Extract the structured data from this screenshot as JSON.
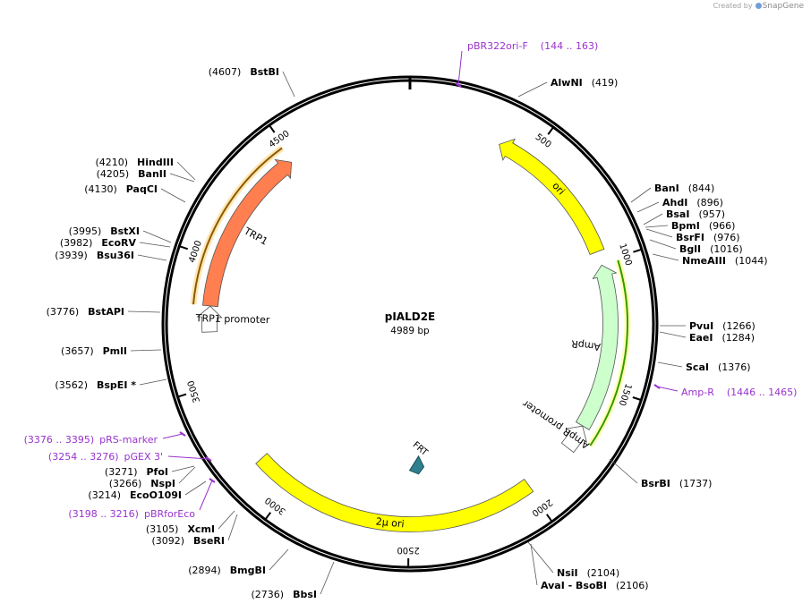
{
  "credit": {
    "prefix": "Created by",
    "brand": "SnapGene"
  },
  "plasmid": {
    "name": "pIALD2E",
    "length": "4989 bp",
    "total_bp": 4989
  },
  "ticks": [
    {
      "bp": 500,
      "label": "500"
    },
    {
      "bp": 1000,
      "label": "1000"
    },
    {
      "bp": 1500,
      "label": "1500"
    },
    {
      "bp": 2000,
      "label": "2000"
    },
    {
      "bp": 2500,
      "label": "2500"
    },
    {
      "bp": 3000,
      "label": "3000"
    },
    {
      "bp": 3500,
      "label": "3500"
    },
    {
      "bp": 4000,
      "label": "4000"
    },
    {
      "bp": 4500,
      "label": "4500"
    }
  ],
  "features": [
    {
      "name": "ori",
      "start": 366,
      "end": 955,
      "color": "#ffff00",
      "direction": "reverse"
    },
    {
      "name": "AmpR",
      "start": 1011,
      "end": 1671,
      "color": "#ccffcc",
      "direction": "reverse"
    },
    {
      "name": "AmpR promoter",
      "start": 1672,
      "end": 1776,
      "color": "#ffffff",
      "direction": "reverse"
    },
    {
      "name": "2μ ori",
      "start": 1991,
      "end": 3157,
      "color": "#ffff00",
      "direction": "none"
    },
    {
      "name": "FRT",
      "start": 2440,
      "end": 2473,
      "color": "#2f7f8f",
      "direction": "forward"
    },
    {
      "name": "TRP1 promoter",
      "start": 3710,
      "end": 3812,
      "color": "#ffffff",
      "direction": "forward"
    },
    {
      "name": "TRP1",
      "start": 3813,
      "end": 4487,
      "color": "#ff7f50",
      "direction": "forward"
    }
  ],
  "orfs": [
    {
      "start": 1011,
      "end": 1719,
      "color": "#339900",
      "fill": "#ffffb3"
    },
    {
      "start": 3813,
      "end": 4490,
      "color": "#8b5a00",
      "fill": "#ffe6b3"
    }
  ],
  "enzymes": [
    {
      "name": "AlwNI",
      "pos": "(419)",
      "side": "right",
      "line": [
        [
          579,
          108
        ],
        [
          611,
          92
        ]
      ]
    },
    {
      "name": "BanI",
      "pos": "(844)",
      "side": "right",
      "line": [
        [
          705,
          226
        ],
        [
          727,
          210
        ]
      ]
    },
    {
      "name": "AhdI",
      "pos": "(896)",
      "side": "right",
      "line": [
        [
          712,
          237
        ],
        [
          736,
          226
        ]
      ]
    },
    {
      "name": "BsaI",
      "pos": "(957)",
      "side": "right",
      "line": [
        [
          719,
          251
        ],
        [
          740,
          239
        ]
      ]
    },
    {
      "name": "BpmI",
      "pos": "(966)",
      "side": "right",
      "line": [
        [
          721,
          254
        ],
        [
          746,
          252
        ]
      ]
    },
    {
      "name": "BsrFI",
      "pos": "(976)",
      "side": "right",
      "line": [
        [
          722,
          256
        ],
        [
          751,
          265
        ]
      ]
    },
    {
      "name": "BglI",
      "pos": "(1016)",
      "side": "right",
      "line": [
        [
          726,
          268
        ],
        [
          755,
          278
        ]
      ]
    },
    {
      "name": "NmeAIII",
      "pos": "(1044)",
      "side": "right",
      "line": [
        [
          729,
          284
        ],
        [
          758,
          291
        ]
      ]
    },
    {
      "name": "PvuI",
      "pos": "(1266)",
      "side": "right",
      "line": [
        [
          737,
          364
        ],
        [
          766,
          364
        ]
      ]
    },
    {
      "name": "EaeI",
      "pos": "(1284)",
      "side": "right",
      "line": [
        [
          737,
          371
        ],
        [
          766,
          377
        ]
      ]
    },
    {
      "name": "ScaI",
      "pos": "(1376)",
      "side": "right",
      "line": [
        [
          735,
          405
        ],
        [
          762,
          410
        ]
      ]
    },
    {
      "name": "BsrBI",
      "pos": "(1737)",
      "side": "right",
      "line": [
        [
          681,
          513
        ],
        [
          712,
          540
        ]
      ]
    },
    {
      "name": "NsiI",
      "pos": "(2104)",
      "side": "right",
      "line": [
        [
          590,
          606
        ],
        [
          618,
          640
        ]
      ]
    },
    {
      "name": "AvaI  - BsoBI",
      "pos": "(2106)",
      "side": "right",
      "line": [
        [
          593,
          608
        ],
        [
          600,
          654
        ]
      ]
    },
    {
      "name": "BbsI",
      "pos": "(2736)",
      "side": "left",
      "line": [
        [
          373,
          628
        ],
        [
          358,
          664
        ]
      ]
    },
    {
      "name": "BmgBI",
      "pos": "(2894)",
      "side": "left",
      "line": [
        [
          322,
          614
        ],
        [
          301,
          637
        ]
      ]
    },
    {
      "name": "BseRI",
      "pos": "(3092)",
      "side": "left",
      "line": [
        [
          265,
          575
        ],
        [
          255,
          604
        ]
      ]
    },
    {
      "name": "XcmI",
      "pos": "(3105)",
      "side": "left",
      "line": [
        [
          262,
          571
        ],
        [
          244,
          591
        ]
      ]
    },
    {
      "name": "EcoO109I",
      "pos": "(3214)",
      "side": "left",
      "line": [
        [
          230,
          538
        ],
        [
          207,
          553
        ]
      ]
    },
    {
      "name": "NspI",
      "pos": "(3266)",
      "side": "left",
      "line": [
        [
          218,
          522
        ],
        [
          200,
          540
        ]
      ]
    },
    {
      "name": "PfoI",
      "pos": "(3271)",
      "side": "left",
      "line": [
        [
          217,
          521
        ],
        [
          192,
          527
        ]
      ]
    },
    {
      "name": "BspEI *",
      "pos": "(3562)",
      "side": "left",
      "line": [
        [
          186,
          424
        ],
        [
          156,
          430
        ]
      ]
    },
    {
      "name": "PmlI",
      "pos": "(3657)",
      "side": "left",
      "line": [
        [
          180,
          391
        ],
        [
          146,
          392
        ]
      ]
    },
    {
      "name": "BstAPI",
      "pos": "(3776)",
      "side": "left",
      "line": [
        [
          179,
          349
        ],
        [
          143,
          348
        ]
      ]
    },
    {
      "name": "Bsu36I",
      "pos": "(3939)",
      "side": "left",
      "line": [
        [
          186,
          291
        ],
        [
          154,
          285
        ]
      ]
    },
    {
      "name": "EcoRV",
      "pos": "(3982)",
      "side": "left",
      "line": [
        [
          190,
          276
        ],
        [
          156,
          271
        ]
      ]
    },
    {
      "name": "BstXI",
      "pos": "(3995)",
      "side": "left",
      "line": [
        [
          191,
          271
        ],
        [
          160,
          258
        ]
      ]
    },
    {
      "name": "PaqCI",
      "pos": "(4130)",
      "side": "left",
      "line": [
        [
          207,
          226
        ],
        [
          180,
          211
        ]
      ]
    },
    {
      "name": "BanII",
      "pos": "(4205)",
      "side": "left",
      "line": [
        [
          217,
          203
        ],
        [
          190,
          194
        ]
      ]
    },
    {
      "name": "HindIII",
      "pos": "(4210)",
      "side": "left",
      "line": [
        [
          218,
          201
        ],
        [
          198,
          181
        ]
      ]
    },
    {
      "name": "BstBI",
      "pos": "(4607)",
      "side": "left",
      "line": [
        [
          329,
          108
        ],
        [
          316,
          80
        ]
      ]
    }
  ],
  "primers": [
    {
      "name": "pBR322ori-F",
      "range": "(144 .. 163)",
      "side": "right"
    },
    {
      "name": "Amp-R",
      "range": "(1446 .. 1465)",
      "side": "right"
    },
    {
      "name": "pRS-marker",
      "range": "(3376 .. 3395)",
      "side": "left"
    },
    {
      "name": "pGEX 3'",
      "range": "(3254 .. 3276)",
      "side": "left"
    },
    {
      "name": "pBRforEco",
      "range": "(3198 .. 3216)",
      "side": "left"
    }
  ],
  "colors": {
    "backbone": "#000000",
    "primer": "#9933cc",
    "enzyme_line": "#555555"
  }
}
